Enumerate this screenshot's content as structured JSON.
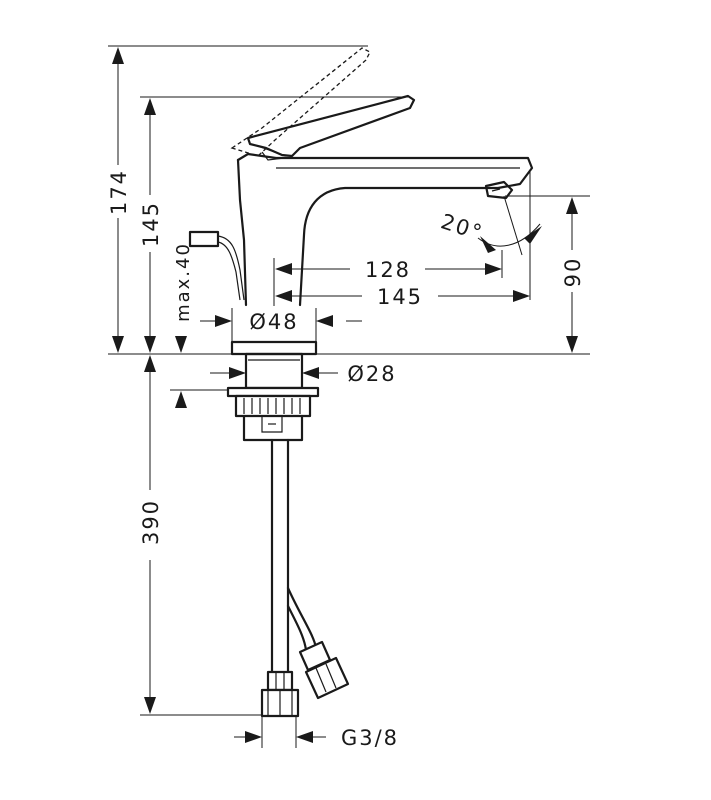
{
  "dimensions": {
    "total_height": "174",
    "spout_height": "145",
    "max_deck": "max.40",
    "base_diameter": "Ø48",
    "reach_inner": "128",
    "reach_outer": "145",
    "spout_clearance": "90",
    "spray_angle": "20°",
    "drain_diameter": "Ø28",
    "hose_length": "390",
    "thread": "G3/8"
  },
  "colors": {
    "line": "#1a1a1a",
    "background": "#ffffff"
  }
}
